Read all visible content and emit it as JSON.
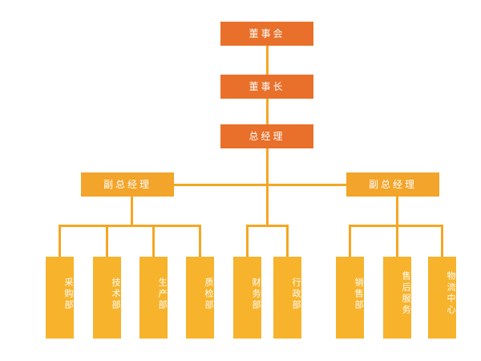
{
  "chart_data": {
    "type": "diagram",
    "subtype": "organizational-hierarchy-chart",
    "title": "",
    "orientation": "top-down",
    "levels": 4,
    "colors": {
      "executive": "#E8702A",
      "deputy": "#F3A42A",
      "department": "#F7B32B",
      "connector": "#F5A623",
      "background": "#FFFFFF",
      "label": "#FFFFFF"
    },
    "nodes": [
      {
        "id": "board",
        "label": "董事会",
        "level": 1,
        "tier": "executive"
      },
      {
        "id": "chairman",
        "label": "董事长",
        "level": 2,
        "tier": "executive"
      },
      {
        "id": "gm",
        "label": "总经理",
        "level": 3,
        "tier": "executive"
      },
      {
        "id": "dgm_left",
        "label": "副总经理",
        "level": 4,
        "tier": "deputy"
      },
      {
        "id": "dgm_right",
        "label": "副总经理",
        "level": 4,
        "tier": "deputy"
      },
      {
        "id": "d1",
        "label": "采购部",
        "level": 5,
        "tier": "department",
        "group": "left"
      },
      {
        "id": "d2",
        "label": "技术部",
        "level": 5,
        "tier": "department",
        "group": "left"
      },
      {
        "id": "d3",
        "label": "生产部",
        "level": 5,
        "tier": "department",
        "group": "left"
      },
      {
        "id": "d4",
        "label": "质检部",
        "level": 5,
        "tier": "department",
        "group": "left"
      },
      {
        "id": "d5",
        "label": "财务部",
        "level": 5,
        "tier": "department",
        "group": "center"
      },
      {
        "id": "d6",
        "label": "行政部",
        "level": 5,
        "tier": "department",
        "group": "center"
      },
      {
        "id": "d7",
        "label": "销售部",
        "level": 5,
        "tier": "department",
        "group": "right"
      },
      {
        "id": "d8",
        "label": "售后服务",
        "level": 5,
        "tier": "department",
        "group": "right"
      },
      {
        "id": "d9",
        "label": "物流中心",
        "level": 5,
        "tier": "department",
        "group": "right"
      }
    ],
    "edges": [
      {
        "from": "board",
        "to": "chairman"
      },
      {
        "from": "chairman",
        "to": "gm"
      },
      {
        "from": "gm",
        "to": "dgm_left"
      },
      {
        "from": "gm",
        "to": "dgm_right"
      },
      {
        "from": "gm",
        "to": "d5"
      },
      {
        "from": "gm",
        "to": "d6"
      },
      {
        "from": "dgm_left",
        "to": "d1"
      },
      {
        "from": "dgm_left",
        "to": "d2"
      },
      {
        "from": "dgm_left",
        "to": "d3"
      },
      {
        "from": "dgm_left",
        "to": "d4"
      },
      {
        "from": "dgm_right",
        "to": "d7"
      },
      {
        "from": "dgm_right",
        "to": "d8"
      },
      {
        "from": "dgm_right",
        "to": "d9"
      }
    ]
  },
  "org": {
    "board": {
      "label": "董事会"
    },
    "chairman": {
      "label": "董事长"
    },
    "gm": {
      "label": "总经理"
    },
    "dgm_left": {
      "label": "副总经理"
    },
    "dgm_right": {
      "label": "副总经理"
    },
    "departments": {
      "left": [
        {
          "label": "采购部"
        },
        {
          "label": "技术部"
        },
        {
          "label": "生产部"
        },
        {
          "label": "质检部"
        }
      ],
      "center": [
        {
          "label": "财务部"
        },
        {
          "label": "行政部"
        }
      ],
      "right": [
        {
          "label": "销售部"
        },
        {
          "label": "售后服务"
        },
        {
          "label": "物流中心"
        }
      ]
    }
  }
}
